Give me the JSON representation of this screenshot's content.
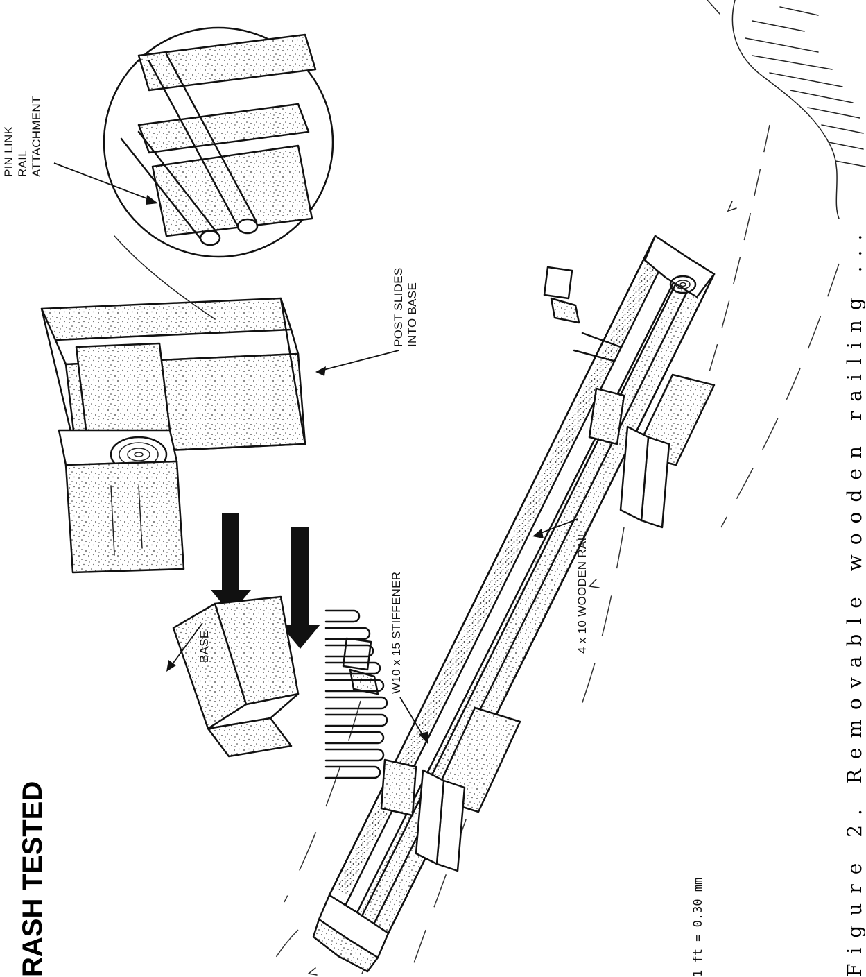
{
  "title": "RASH TESTED",
  "labels": {
    "pin_link": [
      "PIN LINK",
      "RAIL",
      "ATTACHMENT"
    ],
    "post_slides": [
      "POST SLIDES",
      "INTO BASE"
    ],
    "stiffener": "W10 x 15 STIFFENER",
    "base": "BASE",
    "wooden_rail": "4 x 10 WOODEN RAIL"
  },
  "conversion_note": "1 ft = 0.30 m",
  "conversion_note_fragment": "m",
  "figure_caption": "Figure 2. Removable wooden railing ... ",
  "colors": {
    "ink": "#111111",
    "paper": "#ffffff"
  }
}
